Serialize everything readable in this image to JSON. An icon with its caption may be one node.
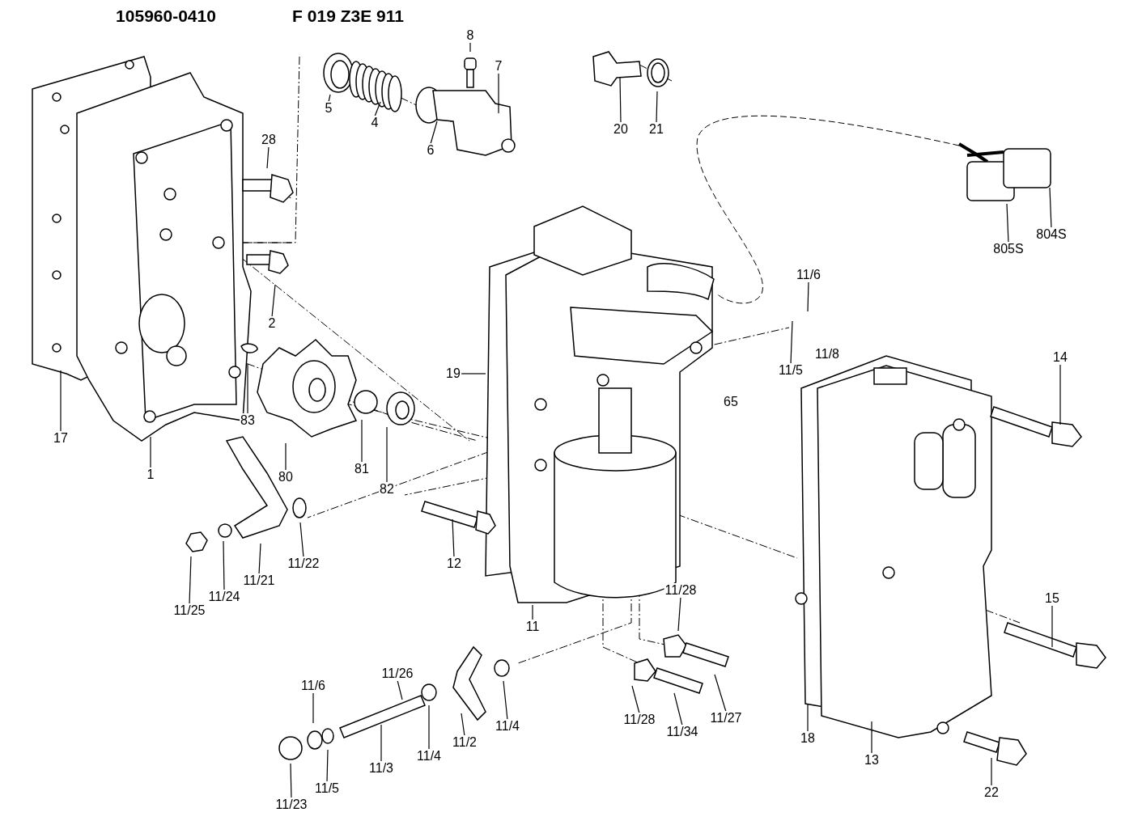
{
  "diagram": {
    "nodes": [
      {
        "text": [
          "8"
        ]
      },
      {
        "text": [
          "7"
        ]
      },
      {
        "text": [
          "5"
        ]
      },
      {
        "text": [
          "4"
        ]
      },
      {
        "text": [
          "6"
        ]
      },
      {
        "text": [
          "28"
        ]
      },
      {
        "text": [
          "20"
        ]
      },
      {
        "text": [
          "21"
        ]
      },
      {
        "text": [
          "805S"
        ]
      },
      {
        "text": [
          "804S"
        ]
      },
      {
        "text": [
          "2"
        ]
      },
      {
        "text": [
          "11/6"
        ]
      },
      {
        "text": [
          "11/5"
        ]
      },
      {
        "text": [
          "19"
        ]
      },
      {
        "text": [
          "14"
        ]
      },
      {
        "text": [
          "17"
        ]
      },
      {
        "text": [
          "1"
        ]
      },
      {
        "text": [
          "83"
        ]
      },
      {
        "text": [
          "80"
        ]
      },
      {
        "text": [
          "81"
        ]
      },
      {
        "text": [
          "82"
        ]
      },
      {
        "text": [
          "11/22"
        ]
      },
      {
        "text": [
          "11/21"
        ]
      },
      {
        "text": [
          "11/24"
        ]
      },
      {
        "text": [
          "11/25"
        ]
      },
      {
        "text": [
          "12"
        ]
      },
      {
        "text": [
          "11"
        ]
      },
      {
        "text": [
          "11/28"
        ]
      },
      {
        "text": [
          "15"
        ]
      },
      {
        "text": [
          "18"
        ]
      },
      {
        "text": [
          "13"
        ]
      },
      {
        "text": [
          "22"
        ]
      },
      {
        "text": [
          "11/26"
        ]
      },
      {
        "text": [
          "11/6"
        ]
      },
      {
        "text": [
          "11/4"
        ]
      },
      {
        "text": [
          "11/2"
        ]
      },
      {
        "text": [
          "11/4"
        ]
      },
      {
        "text": [
          "11/3"
        ]
      },
      {
        "text": [
          "11/5"
        ]
      },
      {
        "text": [
          "11/23"
        ]
      },
      {
        "text": [
          "11/28"
        ]
      },
      {
        "text": [
          "11/34"
        ]
      },
      {
        "text": [
          "11/27"
        ]
      },
      {
        "text": [
          "11/8"
        ]
      },
      {
        "text": [
          "65"
        ]
      }
    ],
    "edges": [
      {
        "from": 0,
        "to": null,
        "arrow": "none"
      },
      {
        "from": 1,
        "to": null,
        "arrow": "none"
      },
      {
        "from": 2,
        "to": null,
        "arrow": "none"
      },
      {
        "from": 3,
        "to": null,
        "arrow": "none"
      },
      {
        "from": 4,
        "to": null,
        "arrow": "none"
      },
      {
        "from": 5,
        "to": null,
        "arrow": "none"
      },
      {
        "from": 6,
        "to": null,
        "arrow": "none"
      },
      {
        "from": 7,
        "to": null,
        "arrow": "none"
      },
      {
        "from": 8,
        "to": null,
        "arrow": "none"
      },
      {
        "from": 9,
        "to": null,
        "arrow": "none"
      },
      {
        "from": 10,
        "to": null,
        "arrow": "none"
      },
      {
        "from": 11,
        "to": null,
        "arrow": "none"
      },
      {
        "from": 12,
        "to": null,
        "arrow": "none"
      },
      {
        "from": 13,
        "to": null,
        "arrow": "none"
      },
      {
        "from": 14,
        "to": null,
        "arrow": "none"
      },
      {
        "from": 15,
        "to": null,
        "arrow": "none"
      },
      {
        "from": 16,
        "to": null,
        "arrow": "none"
      },
      {
        "from": 17,
        "to": null,
        "arrow": "none"
      },
      {
        "from": 18,
        "to": null,
        "arrow": "none"
      },
      {
        "from": 19,
        "to": null,
        "arrow": "none"
      },
      {
        "from": 20,
        "to": null,
        "arrow": "none"
      },
      {
        "from": 21,
        "to": null,
        "arrow": "none"
      },
      {
        "from": 22,
        "to": null,
        "arrow": "none"
      },
      {
        "from": 23,
        "to": null,
        "arrow": "none"
      },
      {
        "from": 24,
        "to": null,
        "arrow": "none"
      },
      {
        "from": 25,
        "to": null,
        "arrow": "none"
      },
      {
        "from": 26,
        "to": null,
        "arrow": "none"
      },
      {
        "from": 27,
        "to": null,
        "arrow": "none"
      },
      {
        "from": 28,
        "to": null,
        "arrow": "none"
      },
      {
        "from": 29,
        "to": null,
        "arrow": "none"
      },
      {
        "from": 30,
        "to": null,
        "arrow": "none"
      },
      {
        "from": 31,
        "to": null,
        "arrow": "none"
      },
      {
        "from": 32,
        "to": null,
        "arrow": "none"
      },
      {
        "from": 33,
        "to": null,
        "arrow": "none"
      },
      {
        "from": 34,
        "to": null,
        "arrow": "none"
      },
      {
        "from": 35,
        "to": null,
        "arrow": "none"
      },
      {
        "from": 36,
        "to": null,
        "arrow": "none"
      },
      {
        "from": 37,
        "to": null,
        "arrow": "none"
      },
      {
        "from": 38,
        "to": null,
        "arrow": "none"
      },
      {
        "from": 39,
        "to": null,
        "arrow": "none"
      },
      {
        "from": 40,
        "to": null,
        "arrow": "none"
      },
      {
        "from": 41,
        "to": null,
        "arrow": "none"
      },
      {
        "from": 42,
        "to": null,
        "arrow": "none"
      }
    ],
    "labels": [
      "105960-0410",
      "F 019 Z3E 911"
    ]
  }
}
